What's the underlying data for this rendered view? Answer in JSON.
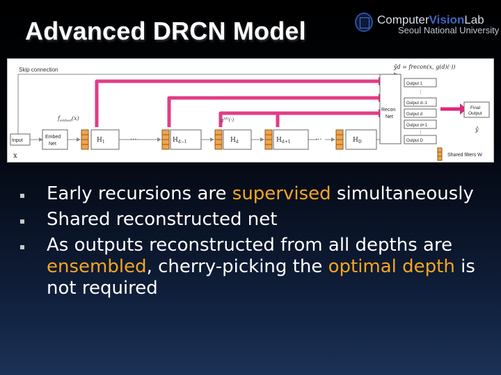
{
  "slide": {
    "title": "Advanced DRCN Model",
    "logo": {
      "name_part1": "Computer",
      "name_part2": "Vision",
      "name_part3": "Lab",
      "university": "Seoul National University"
    }
  },
  "diagram": {
    "skip_connection": "Skip connection",
    "input_label": "Input",
    "input_var": "x",
    "embed_line1": "Embed",
    "embed_line2": "Net",
    "f_embed": "f",
    "f_embed_sub": "embed",
    "f_embed_arg": "(x)",
    "g_d": "g",
    "g_d_sup": "(d)",
    "g_d_arg": "(·)",
    "h_blocks": [
      {
        "label": "H",
        "sub": "1"
      },
      {
        "label": "H",
        "sub": "d−1"
      },
      {
        "label": "H",
        "sub": "d"
      },
      {
        "label": "H",
        "sub": "d+1"
      },
      {
        "label": "H",
        "sub": "D"
      }
    ],
    "ellipsis": "···",
    "recon_line1": "Recon",
    "recon_line2": "Net",
    "formula": "ŷd = frecon(x, g(d)(·))",
    "outputs": [
      "Output 1",
      "Output d−1",
      "Output d",
      "Output d+1",
      "Output D"
    ],
    "final_line1": "Final",
    "final_line2": "Output",
    "final_var": "ŷ",
    "shared_filters": "Shared filters W",
    "colors": {
      "skip": "#e0287a",
      "recurse": "#d21f6f",
      "arrow": "#8a8a8a",
      "block": "#f2a44b"
    }
  },
  "bullets": [
    {
      "segments": [
        {
          "text": "Early recursions are "
        },
        {
          "text": "supervised",
          "highlight": true
        },
        {
          "text": " simultaneously"
        }
      ]
    },
    {
      "segments": [
        {
          "text": "Shared reconstructed net"
        }
      ]
    },
    {
      "segments": [
        {
          "text": "As outputs reconstructed from all depths are "
        },
        {
          "text": "ensembled",
          "highlight": true
        },
        {
          "text": ", cherry-picking the "
        },
        {
          "text": "optimal depth",
          "highlight": true
        },
        {
          "text": " is not required"
        }
      ]
    }
  ],
  "colors": {
    "highlight": "#f5a623",
    "text": "#ffffff"
  }
}
